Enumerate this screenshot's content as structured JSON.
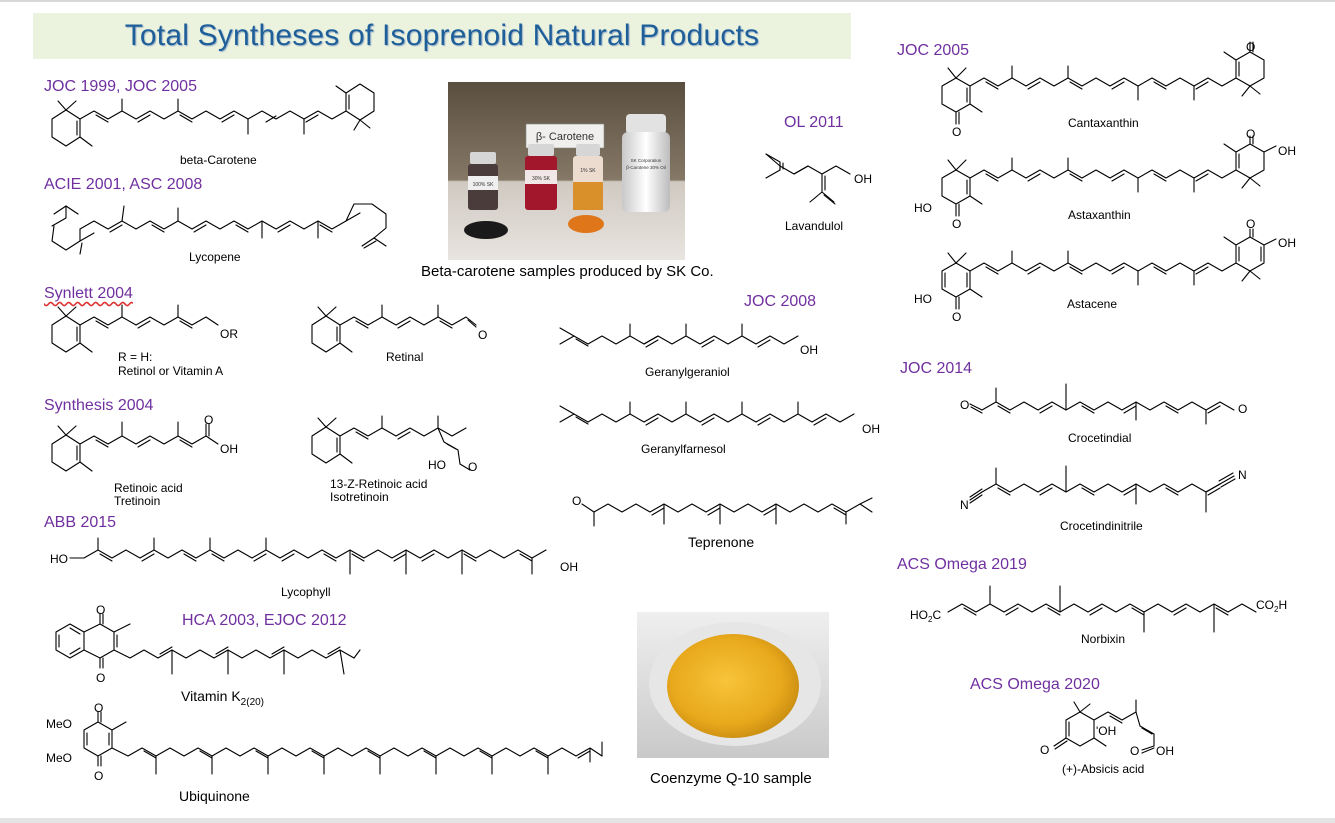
{
  "title": "Total Syntheses of Isoprenoid Natural Products",
  "refs": {
    "joc1999": "JOC 1999, JOC 2005",
    "acie2001": "ACIE 2001, ASC 2008",
    "synlett2004": "Synlett 2004",
    "synthesis2004": "Synthesis 2004",
    "abb2015": "ABB 2015",
    "hca2003": "HCA 2003, EJOC 2012",
    "ol2011": "OL 2011",
    "joc2008": "JOC 2008",
    "joc2005": "JOC 2005",
    "joc2014": "JOC 2014",
    "acsomega2019": "ACS Omega 2019",
    "acsomega2020": "ACS Omega 2020"
  },
  "compounds": {
    "beta_carotene": "beta-Carotene",
    "lycopene": "Lycopene",
    "retinol_rh": "R = H:",
    "retinol": "Retinol or Vitamin A",
    "retinal": "Retinal",
    "retinoic_acid": "Retinoic acid",
    "tretinoin": "Tretinoin",
    "isoretinoic": "13-Z-Retinoic acid",
    "isotretinoin": "Isotretinoin",
    "lycophyll": "Lycophyll",
    "vitamin_k_base": "Vitamin K",
    "vitamin_k_sub": "2(20)",
    "ubiquinone": "Ubiquinone",
    "lavandulol": "Lavandulol",
    "geranylgeraniol": "Geranylgeraniol",
    "geranylfarnesol": "Geranylfarnesol",
    "teprenone": "Teprenone",
    "cantaxanthin": "Cantaxanthin",
    "astaxanthin": "Astaxanthin",
    "astacene": "Astacene",
    "crocetindial": "Crocetindial",
    "crocetindinitrile": "Crocetindinitrile",
    "norbixin": "Norbixin",
    "abscisic": "(+)-Absicis acid"
  },
  "atoms": {
    "or": "OR",
    "oh": "OH",
    "o": "O",
    "ho": "HO",
    "meo": "MeO",
    "n": "N",
    "ho2c": "HO",
    "ho2c_2": "2",
    "ho2c_c": "C",
    "co2h": "CO",
    "co2h_2": "2",
    "co2h_h": "H",
    "oh_abs": "'OH"
  },
  "photos": {
    "beta_caption": "Beta-carotene samples produced by SK Co.",
    "coq10_caption": "Coenzyme Q-10 sample",
    "sign_label": "β- Carotene",
    "vial1": "100% SK",
    "vial2": "30% SK",
    "vial3": "1% SK",
    "jar_label_1": "SK Corporation",
    "jar_label_2": "β-Carotene 30% Oil"
  },
  "colors": {
    "title_text": "#1f5f99",
    "title_band": "#ebf3df",
    "reference": "#7030a0",
    "bond": "#000000"
  }
}
